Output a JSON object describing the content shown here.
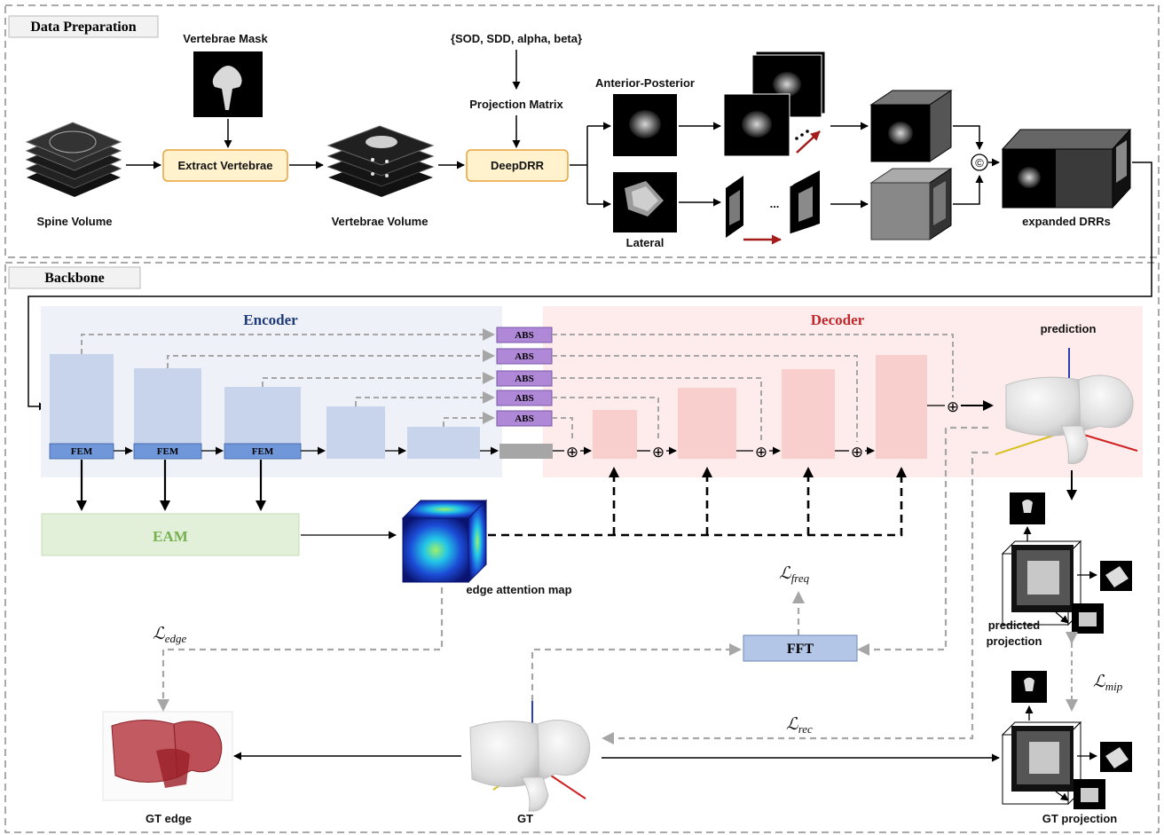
{
  "sections": {
    "data_preparation": "Data Preparation",
    "backbone": "Backbone"
  },
  "data_prep": {
    "vertebrae_mask": "Vertebrae Mask",
    "params": "{SOD, SDD, alpha, beta}",
    "projection_matrix": "Projection Matrix",
    "extract_vertebrae": "Extract Vertebrae",
    "deepdrr": "DeepDRR",
    "spine_volume": "Spine Volume",
    "vertebrae_volume": "Vertebrae Volume",
    "anterior_posterior": "Anterior-Posterior",
    "lateral": "Lateral",
    "ellipsis": "...",
    "concat_symbol": "©",
    "expanded_drrs": "expanded DRRs"
  },
  "backbone": {
    "encoder": "Encoder",
    "decoder": "Decoder",
    "fem": "FEM",
    "abs": "ABS",
    "eam": "EAM",
    "edge_attention_map": "edge attention map",
    "prediction": "prediction",
    "predicted_projection_line1": "predicted",
    "predicted_projection_line2": "projection",
    "fft": "FFT",
    "gt": "GT",
    "gt_edge": "GT edge",
    "gt_projection": "GT projection",
    "plus_symbol": "⊕"
  },
  "losses": {
    "freq": {
      "main": "ℒ",
      "sub": "freq"
    },
    "edge": {
      "main": "ℒ",
      "sub": "edge"
    },
    "rec": {
      "main": "ℒ",
      "sub": "rec"
    },
    "mip": {
      "main": "ℒ",
      "sub": "mip"
    }
  },
  "colors": {
    "encoder_bg": "#eef1f8",
    "decoder_bg": "#fdeceb",
    "encoder_block": "#c8d4ec",
    "fem": "#6f97d9",
    "abs": "#b088d8",
    "decoder_block": "#f9cfcd",
    "eam": "#e2efd9",
    "fft": "#b4c6e7",
    "module_fill": "#fff2cc",
    "module_stroke": "#e8a23a",
    "encoder_title": "#1f3a78",
    "decoder_title": "#c0282d",
    "gray_arrow": "#a6a6a6",
    "bone": "#e8e8e8",
    "gt_edge_red": "#b0303a"
  }
}
